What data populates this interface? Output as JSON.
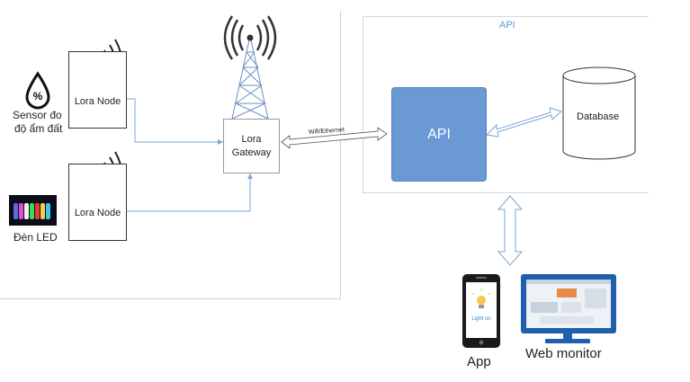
{
  "sensor": {
    "symbol": "%",
    "label_line1": "Sensor đo",
    "label_line2": "độ ẩm đất"
  },
  "led": {
    "label": "Đèn LED"
  },
  "nodes": [
    {
      "label": "Lora Node"
    },
    {
      "label": "Lora Node"
    }
  ],
  "gateway": {
    "line1": "Lora",
    "line2": "Gateway"
  },
  "link": {
    "label": "Wifi/Ethernet"
  },
  "api_region": {
    "title": "API"
  },
  "api_box": {
    "label": "API"
  },
  "database": {
    "label": "Database"
  },
  "clients": {
    "app_label": "App",
    "app_screen_text": "Light on",
    "web_label": "Web monitor"
  },
  "colors": {
    "api_fill": "#6a99d5",
    "api_border": "#4f7fbf",
    "connector": "#7aa6d8",
    "region_title": "#5b9bd5",
    "monitor": "#1f5fb0"
  }
}
